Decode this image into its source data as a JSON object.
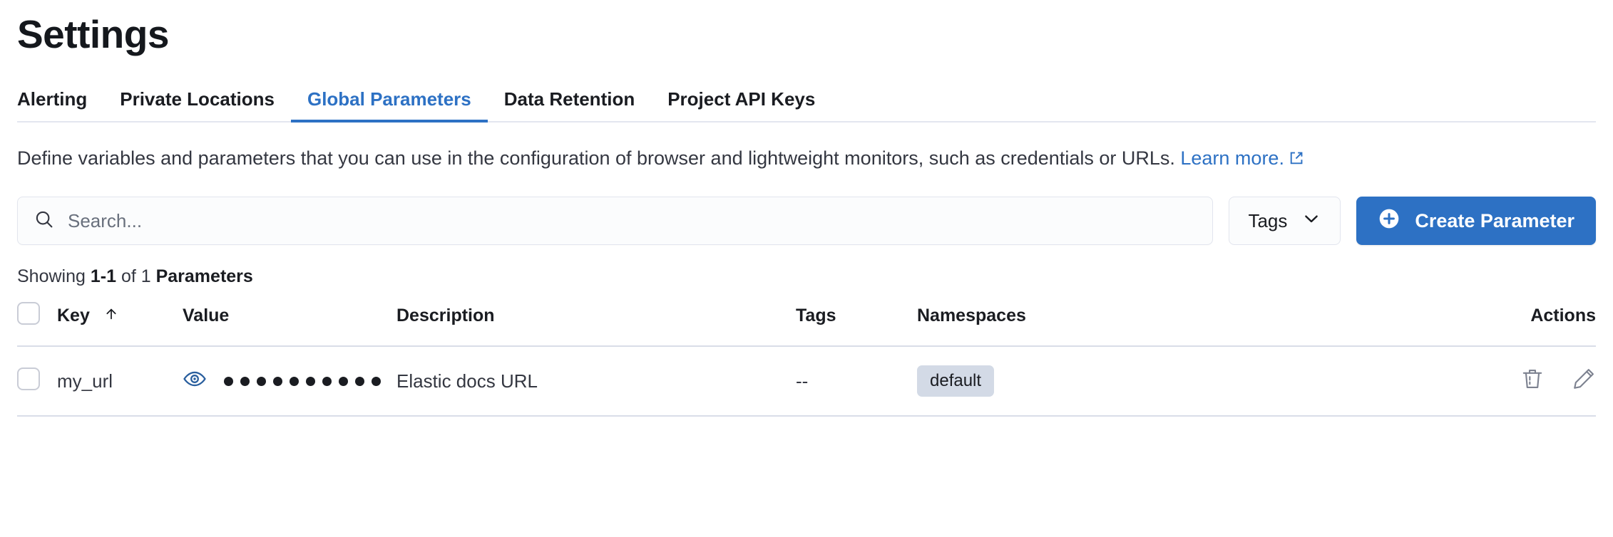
{
  "header": {
    "title": "Settings"
  },
  "tabs": [
    {
      "id": "alerting",
      "label": "Alerting",
      "active": false
    },
    {
      "id": "private-locations",
      "label": "Private Locations",
      "active": false
    },
    {
      "id": "global-parameters",
      "label": "Global Parameters",
      "active": true
    },
    {
      "id": "data-retention",
      "label": "Data Retention",
      "active": false
    },
    {
      "id": "project-api-keys",
      "label": "Project API Keys",
      "active": false
    }
  ],
  "description": {
    "text": "Define variables and parameters that you can use in the configuration of browser and lightweight monitors, such as credentials or URLs. ",
    "link_label": "Learn more.",
    "link_icon": "external-link-icon"
  },
  "toolbar": {
    "search_placeholder": "Search...",
    "search_value": "",
    "search_icon": "search-icon",
    "tags_label": "Tags",
    "tags_icon": "chevron-down-icon",
    "create_label": "Create Parameter",
    "create_icon": "plus-circle-icon"
  },
  "results": {
    "prefix": "Showing ",
    "range": "1-1",
    "middle": " of 1 ",
    "suffix": "Parameters"
  },
  "table": {
    "columns": [
      {
        "id": "select",
        "label": ""
      },
      {
        "id": "key",
        "label": "Key",
        "sorted": "asc",
        "sort_icon": "arrow-up-icon"
      },
      {
        "id": "value",
        "label": "Value"
      },
      {
        "id": "description",
        "label": "Description"
      },
      {
        "id": "tags",
        "label": "Tags"
      },
      {
        "id": "namespaces",
        "label": "Namespaces"
      },
      {
        "id": "actions",
        "label": "Actions"
      }
    ],
    "rows": [
      {
        "selected": false,
        "key": "my_url",
        "value_masked": true,
        "value_reveal_icon": "eye-icon",
        "value_dots": 10,
        "description": "Elastic docs URL",
        "tags": "--",
        "namespaces": [
          "default"
        ],
        "actions": [
          "trash-icon",
          "pencil-icon"
        ]
      }
    ]
  },
  "colors": {
    "accent": "#2d71c4",
    "text": "#343741",
    "text_strong": "#1a1c21",
    "border": "#d9dde8",
    "badge_bg": "#d3dae6",
    "input_bg": "#fbfcfd",
    "icon_muted": "#7d8290"
  }
}
